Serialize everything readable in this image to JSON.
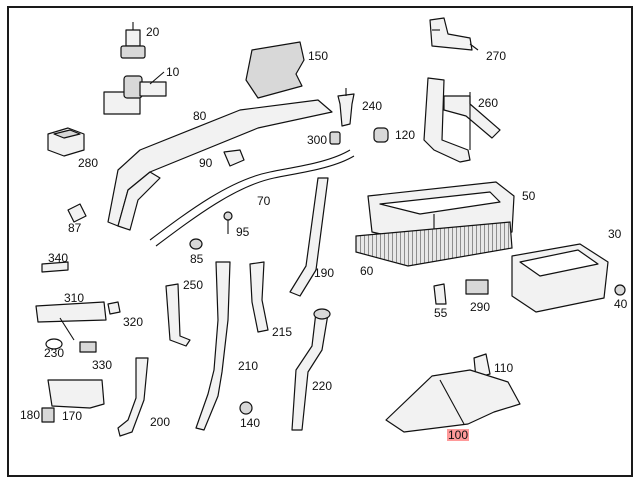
{
  "labels": {
    "p20": "20",
    "p10": "10",
    "p150": "150",
    "p270": "270",
    "p80": "80",
    "p240": "240",
    "p260": "260",
    "p280": "280",
    "p300": "300",
    "p120": "120",
    "p90": "90",
    "p70": "70",
    "p50": "50",
    "p87": "87",
    "p95": "95",
    "p30": "30",
    "p340": "340",
    "p85": "85",
    "p190": "190",
    "p60": "60",
    "p250": "250",
    "p40": "40",
    "p310": "310",
    "p320": "320",
    "p55": "55",
    "p290": "290",
    "p230": "230",
    "p330": "330",
    "p215": "215",
    "p210": "210",
    "p110": "110",
    "p220": "220",
    "p180": "180",
    "p170": "170",
    "p200": "200",
    "p140": "140",
    "p100": "100"
  },
  "highlight_color": "#ff9a9a"
}
